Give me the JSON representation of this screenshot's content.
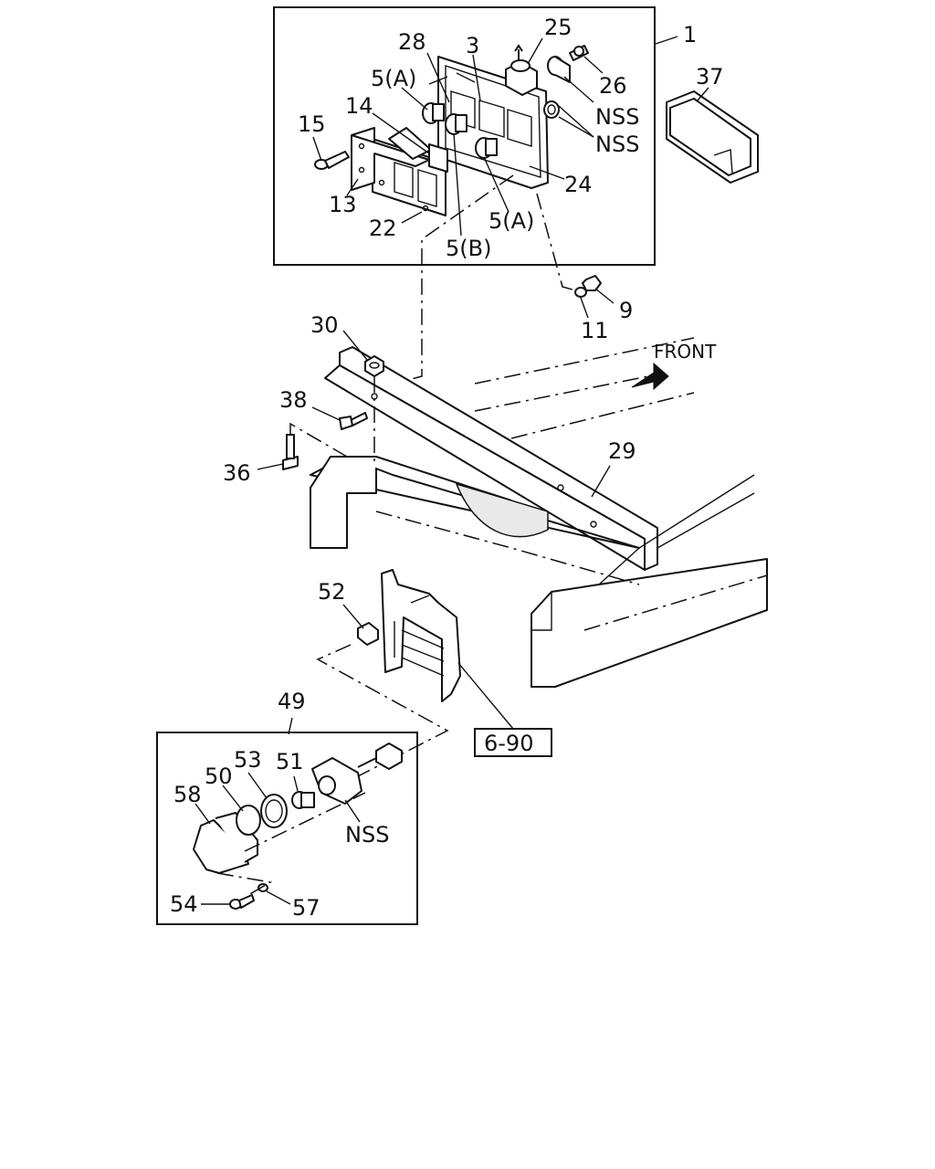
{
  "labels": {
    "l1": "1",
    "l3": "3",
    "l5a_top": "5(A)",
    "l5a_bottom": "5(A)",
    "l5b": "5(B)",
    "l9": "9",
    "l11": "11",
    "l13": "13",
    "l14": "14",
    "l15": "15",
    "l22": "22",
    "l24": "24",
    "l25": "25",
    "l26": "26",
    "l28": "28",
    "l29": "29",
    "l30": "30",
    "l36": "36",
    "l37": "37",
    "l38": "38",
    "l49": "49",
    "l50": "50",
    "l51": "51",
    "l52": "52",
    "l53": "53",
    "l54": "54",
    "l57": "57",
    "l58": "58",
    "nss1": "NSS",
    "nss2": "NSS",
    "nss3": "NSS",
    "front": "FRONT",
    "ref": "6-90"
  }
}
